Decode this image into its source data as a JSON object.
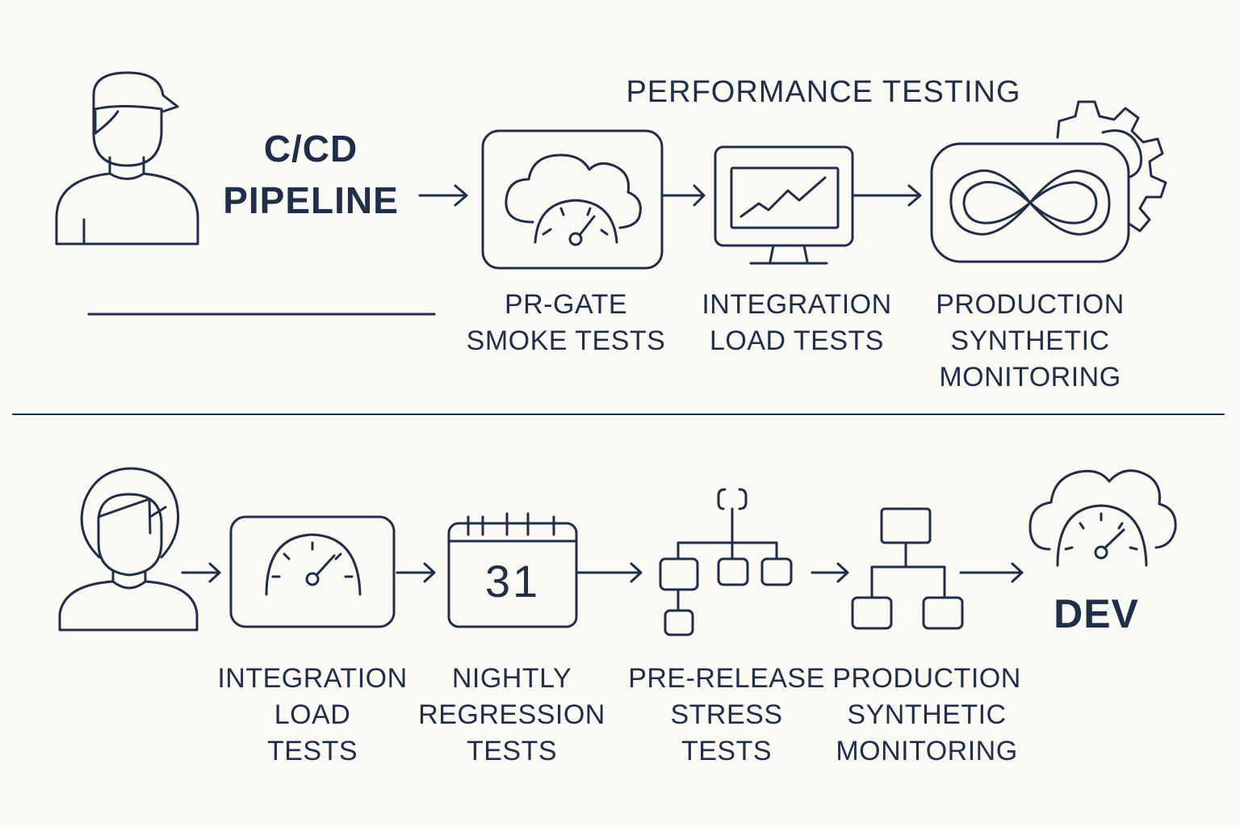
{
  "title": "PERFORMANCE TESTING",
  "top_row": {
    "pipeline_label": [
      "C/CD",
      "PIPELINE"
    ],
    "stages": [
      {
        "icon": "cloud-gauge-icon",
        "lines": [
          "PR-GATE",
          "SMOKE TESTS"
        ]
      },
      {
        "icon": "monitor-chart-icon",
        "lines": [
          "INTEGRATION",
          "LOAD TESTS"
        ]
      },
      {
        "icon": "infinity-gear-icon",
        "lines": [
          "PRODUCTION",
          "SYNTHETIC",
          "MONITORING"
        ]
      }
    ]
  },
  "bottom_row": {
    "stages": [
      {
        "icon": "gauge-panel-icon",
        "lines": [
          "INTEGRATION",
          "LOAD",
          "TESTS"
        ]
      },
      {
        "icon": "calendar-icon",
        "calendar_day": "31",
        "lines": [
          "NIGHTLY",
          "REGRESSION",
          "TESTS"
        ]
      },
      {
        "icon": "tree-diagram-icon",
        "lines": [
          "PRE-RELEASE",
          "STRESS",
          "TESTS"
        ]
      },
      {
        "icon": "hierarchy-icon",
        "lines": [
          "PRODUCTION",
          "SYNTHETIC",
          "MONITORING"
        ]
      }
    ],
    "end_label": "DEV"
  },
  "colors": {
    "stroke": "#1f2f4a",
    "background": "#fbf9f4"
  }
}
